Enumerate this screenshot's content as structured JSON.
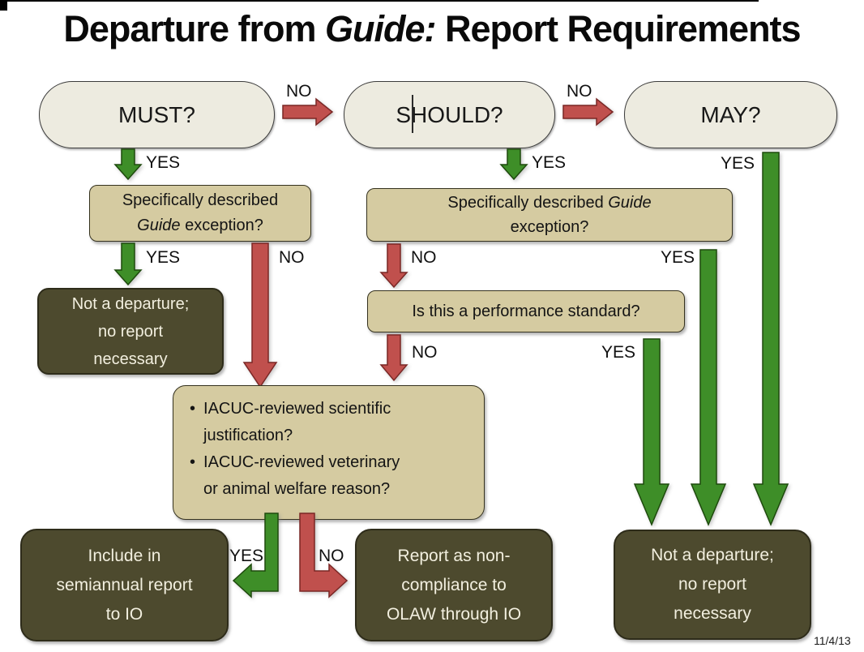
{
  "slide": {
    "title_pre": "Departure from ",
    "title_italic": "Guide:",
    "title_post": " Report Requirements",
    "date": "11/4/13"
  },
  "labels": {
    "yes": "YES",
    "no": "NO",
    "bullet": "•"
  },
  "nodes": {
    "must": {
      "label": "MUST?"
    },
    "should": {
      "label": "SHOULD?"
    },
    "may": {
      "label": "MAY?"
    },
    "guide_exception_left": {
      "line1": "Specifically described",
      "line2_italic": "Guide",
      "line2_rest": " exception?"
    },
    "guide_exception_mid": {
      "line1_pre": "Specifically described ",
      "line1_italic": "Guide",
      "line2": "exception?"
    },
    "performance_standard": {
      "label": "Is this a performance standard?"
    },
    "iacuc_review": {
      "bullet1": "IACUC-reviewed scientific justification?",
      "bullet2": "IACUC-reviewed veterinary or animal welfare reason?"
    },
    "not_departure_left": {
      "lines": [
        "Not a departure;",
        "no report",
        "necessary"
      ]
    },
    "include_semiannual": {
      "lines": [
        "Include in",
        "semiannual report",
        "to IO"
      ]
    },
    "report_noncompliance": {
      "lines": [
        "Report as non-",
        "compliance to",
        "OLAW through IO"
      ]
    },
    "not_departure_right": {
      "lines": [
        "Not a departure;",
        "no report",
        "necessary"
      ]
    }
  },
  "colors": {
    "arrow_green": "#3e8e28",
    "arrow_green_stroke": "#1e4a0d",
    "arrow_red": "#c0504d",
    "arrow_red_stroke": "#7a2725",
    "box_tan": "#d5cba1",
    "box_dark": "#4d4a2e",
    "pill_fill": "#edebe0"
  }
}
